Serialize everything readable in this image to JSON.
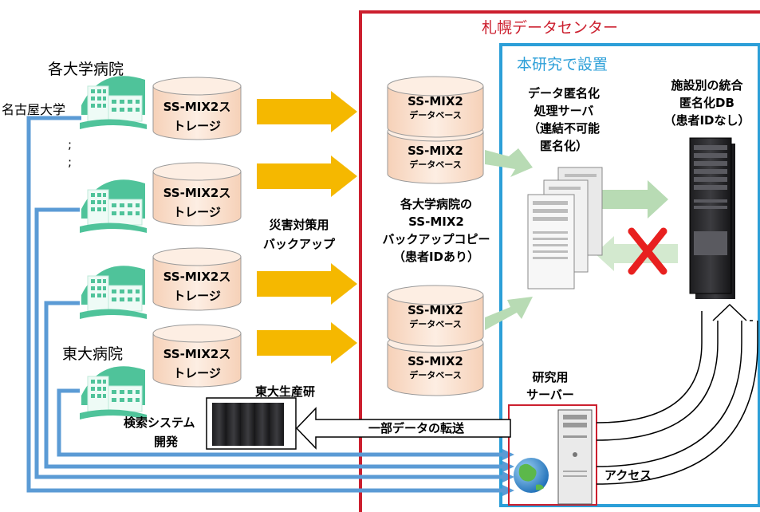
{
  "regions": {
    "sapporo_title": "札幌データセンター",
    "research_title": "本研究で設置"
  },
  "hospitals": {
    "group_title": "各大学病院",
    "nagoya": "名古屋大学",
    "dots": ";\n;",
    "todai": "東大病院"
  },
  "storages": [
    {
      "line1": "SS-MIX2ス",
      "line2": "トレージ"
    },
    {
      "line1": "SS-MIX2ス",
      "line2": "トレージ"
    },
    {
      "line1": "SS-MIX2ス",
      "line2": "トレージ"
    },
    {
      "line1": "SS-MIX2ス",
      "line2": "トレージ"
    }
  ],
  "backup_label": {
    "line1": "災害対策用",
    "line2": "バックアップ"
  },
  "databases": [
    {
      "title": "SS-MIX2",
      "sub": "データベース"
    },
    {
      "title": "SS-MIX2",
      "sub": "データベース"
    },
    {
      "title": "SS-MIX2",
      "sub": "データベース"
    },
    {
      "title": "SS-MIX2",
      "sub": "データベース"
    }
  ],
  "backup_copy": {
    "line1": "各大学病院の",
    "line2": "SS-MIX2",
    "line3": "バックアップコピー",
    "line4": "（患者IDあり）"
  },
  "anonymizer": {
    "line1": "データ匿名化",
    "line2": "処理サーバ",
    "line3": "（連結不可能",
    "line4": "匿名化）"
  },
  "integrated_db": {
    "line1": "施設別の統合",
    "line2": "匿名化DB",
    "line3": "（患者IDなし）"
  },
  "research_server": {
    "line1": "研究用",
    "line2": "サーバー"
  },
  "iis_label": "東大生産研",
  "search_system": {
    "line1": "検索システム",
    "line2": "開発"
  },
  "transfer_label": "一部データの転送",
  "access_label": "アクセス",
  "colors": {
    "sapporo_border": "#cc1f2e",
    "research_border": "#2c9fd8",
    "orange_arrow": "#f5b800",
    "green_arrow": "#b8dbb4",
    "blue_line": "#5b9bd5",
    "cylinder_fill": "#fbe3d3",
    "cross": "#e8201f",
    "hospital_icon": "#4fc39a"
  }
}
